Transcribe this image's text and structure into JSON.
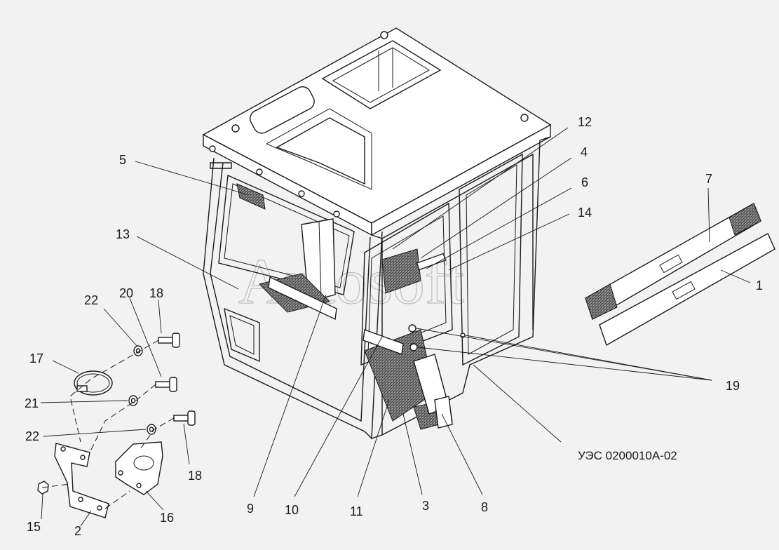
{
  "watermark": "Autosoft",
  "document_code": "УЭС 0200010А-02",
  "callouts": [
    {
      "id": "c1",
      "text": "1"
    },
    {
      "id": "c2",
      "text": "2"
    },
    {
      "id": "c3",
      "text": "3"
    },
    {
      "id": "c4",
      "text": "4"
    },
    {
      "id": "c5",
      "text": "5"
    },
    {
      "id": "c6",
      "text": "6"
    },
    {
      "id": "c7",
      "text": "7"
    },
    {
      "id": "c8",
      "text": "8"
    },
    {
      "id": "c9",
      "text": "9"
    },
    {
      "id": "c10",
      "text": "10"
    },
    {
      "id": "c11",
      "text": "11"
    },
    {
      "id": "c12",
      "text": "12"
    },
    {
      "id": "c13",
      "text": "13"
    },
    {
      "id": "c14",
      "text": "14"
    },
    {
      "id": "c15",
      "text": "15"
    },
    {
      "id": "c16",
      "text": "16"
    },
    {
      "id": "c17",
      "text": "17"
    },
    {
      "id": "c18a",
      "text": "18"
    },
    {
      "id": "c18b",
      "text": "18"
    },
    {
      "id": "c19",
      "text": "19"
    },
    {
      "id": "c20",
      "text": "20"
    },
    {
      "id": "c21",
      "text": "21"
    },
    {
      "id": "c22a",
      "text": "22"
    },
    {
      "id": "c22b",
      "text": "22"
    }
  ]
}
